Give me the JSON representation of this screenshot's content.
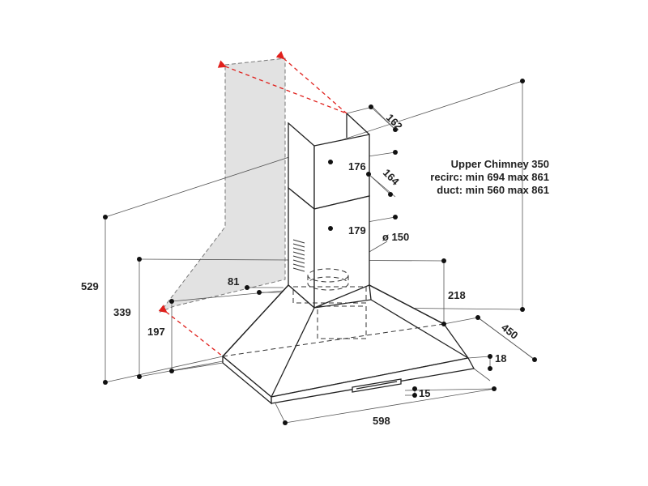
{
  "dimensions": {
    "upper_162": "162",
    "upper_176": "176",
    "lower_164": "164",
    "lower_179": "179",
    "duct_diameter": "ø 150",
    "offset_81": "81",
    "height_529": "529",
    "height_339": "339",
    "height_197": "197",
    "depth_218": "218",
    "depth_450": "450",
    "edge_18": "18",
    "edge_15": "15",
    "width_598": "598"
  },
  "notes": {
    "line1": "Upper Chimney 350",
    "line2": "recirc: min 694 max 861",
    "line3": "duct: min 560 max 861"
  },
  "colors": {
    "arrow_red": "#e0201c",
    "wall_fill": "#e2e2e2"
  }
}
